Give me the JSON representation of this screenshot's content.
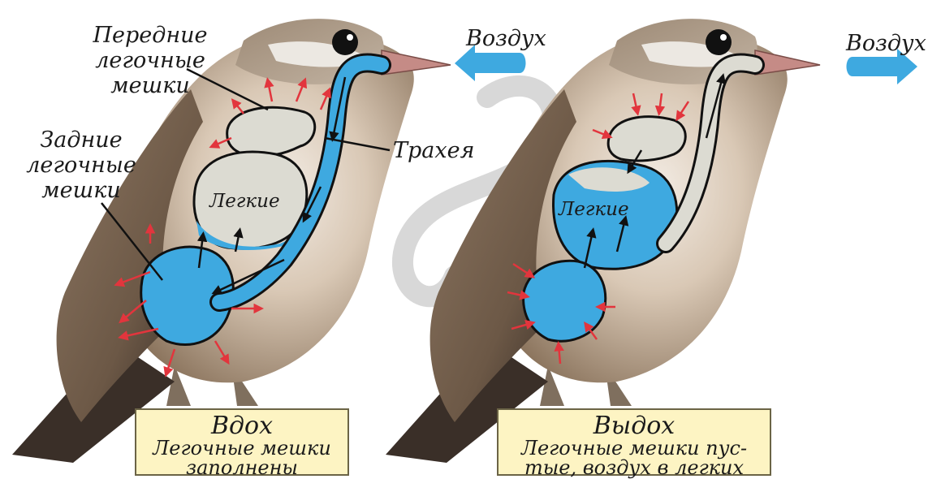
{
  "labels": {
    "front_sacs": [
      "Передние",
      "легочные",
      "мешки"
    ],
    "rear_sacs": [
      "Задние",
      "легочные",
      "мешки"
    ],
    "trachea": "Трахея",
    "lungs_left": "Легкие",
    "lungs_right": "Легкие",
    "air_left": "Воздух",
    "air_right": "Воздух"
  },
  "captions": {
    "inhale": {
      "title": "Вдох",
      "lines": [
        "Легочные мешки",
        "заполнены"
      ]
    },
    "exhale": {
      "title": "Выдох",
      "lines": [
        "Легочные мешки пус-",
        "тые, воздух в легких"
      ]
    }
  },
  "colors": {
    "air_blue": "#3ea9e0",
    "sac_gray": "#dcdbd2",
    "arrow_red": "#e2353d",
    "caption_bg": "#fdf4c3",
    "feather_brown": "#7a6650"
  }
}
